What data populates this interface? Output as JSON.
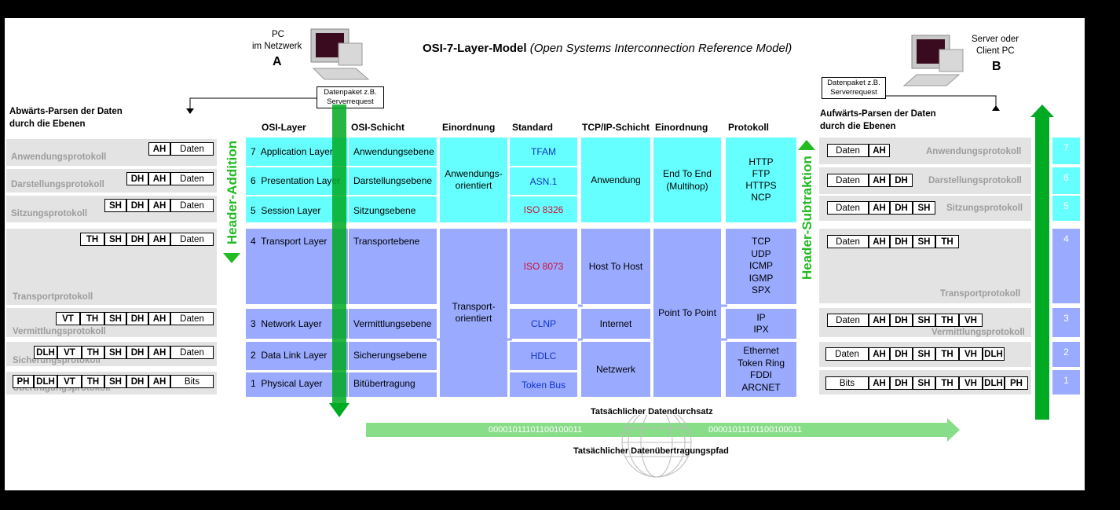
{
  "title": {
    "bold": "OSI-7-Layer-Model",
    "italic": "(Open Systems Interconnection Reference Model)"
  },
  "pc_a": {
    "line1": "PC",
    "line2": "im Netzwerk",
    "letter": "A",
    "packet": "Datenpaket z.B. Serverrequest"
  },
  "pc_b": {
    "line1": "Server oder",
    "line2": "Client PC",
    "letter": "B",
    "packet": "Datenpaket z.B. Serverrequest"
  },
  "left_heading": {
    "line1": "Abwärts-Parsen der Daten",
    "line2": "durch die Ebenen"
  },
  "right_heading": {
    "line1": "Aufwärts-Parsen der Daten",
    "line2": "durch die Ebenen"
  },
  "columns": {
    "osi_layer": "OSI-Layer",
    "osi_schicht": "OSI-Schicht",
    "einordnung": "Einordnung",
    "standard": "Standard",
    "tcpip": "TCP/IP-Schicht",
    "einordnung2": "Einordnung",
    "protokoll": "Protokoll"
  },
  "layers": [
    {
      "num": "7",
      "name": "Application Layer",
      "schicht": "Anwendungsebene",
      "standard": "TFAM"
    },
    {
      "num": "6",
      "name": "Presentation Layer",
      "schicht": "Darstellungsebene",
      "standard": "ASN.1"
    },
    {
      "num": "5",
      "name": "Session Layer",
      "schicht": "Sitzungsebene",
      "standard": "ISO 8326"
    },
    {
      "num": "4",
      "name": "Transport Layer",
      "schicht": "Transportebene",
      "standard": "ISO 8073"
    },
    {
      "num": "3",
      "name": "Network Layer",
      "schicht": "Vermittlungsebene",
      "standard": "CLNP"
    },
    {
      "num": "2",
      "name": "Data Link Layer",
      "schicht": "Sicherungsebene",
      "standard": "HDLC"
    },
    {
      "num": "1",
      "name": "Physical Layer",
      "schicht": "Bitübertragung",
      "standard": "Token Bus"
    }
  ],
  "einordnung": {
    "upper": "Anwendungs-orientiert",
    "lower": "Transport-orientiert"
  },
  "tcpip": {
    "anwendung": "Anwendung",
    "host": "Host To Host",
    "internet": "Internet",
    "netzwerk": "Netzwerk"
  },
  "einordnung2": {
    "upper": "End To End (Multihop)",
    "lower": "Point To Point"
  },
  "protokoll": {
    "app": [
      "HTTP",
      "FTP",
      "HTTPS",
      "NCP"
    ],
    "transport": [
      "TCP",
      "UDP",
      "ICMP",
      "IGMP",
      "SPX"
    ],
    "network": [
      "IP",
      "IPX"
    ],
    "link": [
      "Ethernet",
      "Token Ring",
      "FDDI",
      "ARCNET"
    ]
  },
  "side_labels": {
    "anwendung": "Anwendungsprotokoll",
    "darstellung": "Darstellungsprotokoll",
    "sitzung": "Sitzungsprotokoll",
    "transport": "Transportprotokoll",
    "vermittlung": "Vermittlungsprotokoll",
    "sicherung": "Sicherungsprotokoll",
    "uebertragung": "Übertragungsprotokoll"
  },
  "headers": {
    "ah": "AH",
    "dh": "DH",
    "sh": "SH",
    "th": "TH",
    "vt": "VT",
    "vh": "VH",
    "dlh": "DLH",
    "ph": "PH",
    "daten": "Daten",
    "bits": "Bits"
  },
  "header_addition": "Header-Addition",
  "header_subtraktion": "Header-Subtraktion",
  "bottom": {
    "durchsatz": "Tatsächlicher Datendurchsatz",
    "pfad": "Tatsächlicher Datenübertragungspfad",
    "bits1": "0000101110110010001​1",
    "bits2": "0000101110110010001​1"
  },
  "colors": {
    "cyan": "#66ffff",
    "blue": "#99aaff",
    "grey": "#e3e3e3",
    "green": "#22bb22"
  }
}
